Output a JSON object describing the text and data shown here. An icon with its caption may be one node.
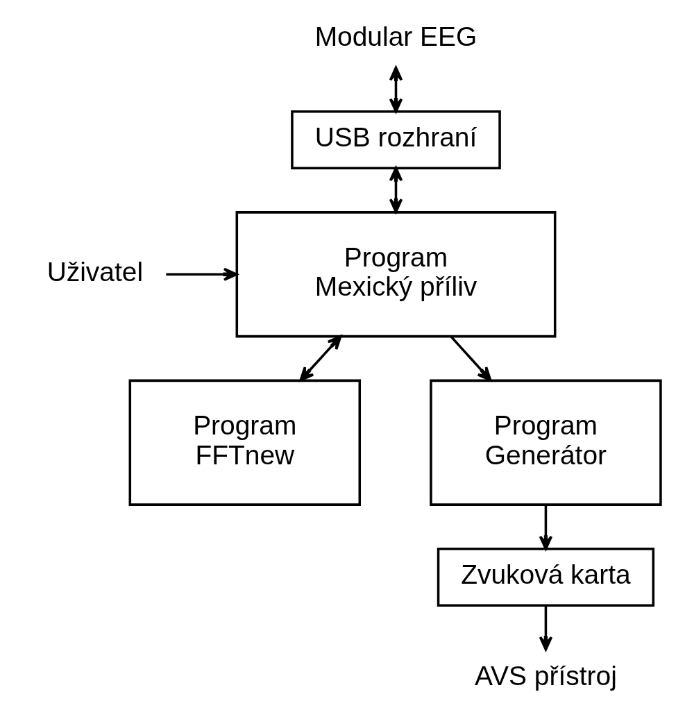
{
  "diagram": {
    "nodes": [
      {
        "text": [
          "Modular EEG"
        ]
      },
      {
        "text": [
          "USB rozhraní"
        ]
      },
      {
        "text": [
          "Program Mexický příliv"
        ]
      },
      {
        "text": [
          "Uživatel"
        ]
      },
      {
        "text": [
          "Program FFTnew"
        ]
      },
      {
        "text": [
          "Program Generátor"
        ]
      },
      {
        "text": [
          "Zvuková karta"
        ]
      },
      {
        "text": [
          "AVS přístroj"
        ]
      }
    ],
    "edges": [
      {
        "from": 0,
        "to": 1,
        "arrow": "both"
      },
      {
        "from": 1,
        "to": 2,
        "arrow": "both"
      },
      {
        "from": 3,
        "to": 2,
        "arrow": "to"
      },
      {
        "from": 2,
        "to": 4,
        "arrow": "both"
      },
      {
        "from": 2,
        "to": 5,
        "arrow": "to"
      },
      {
        "from": 5,
        "to": 6,
        "arrow": "to"
      },
      {
        "from": 6,
        "to": 7,
        "arrow": "to"
      }
    ]
  }
}
